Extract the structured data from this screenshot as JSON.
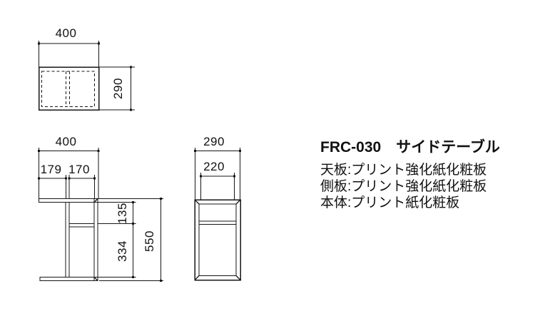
{
  "title": "FRC-030　サイドテーブル",
  "materials": [
    "天板:プリント強化紙化粧板",
    "側板:プリント強化紙化粧板",
    "本体:プリント紙化粧板"
  ],
  "dimensions": {
    "top_view": {
      "width": "400",
      "depth": "290"
    },
    "front_view": {
      "width": "400",
      "left_offset": "179",
      "inner_width": "170",
      "upper_gap": "135",
      "lower_gap": "334",
      "height": "550"
    },
    "side_view": {
      "depth": "290",
      "inner_depth": "220"
    }
  }
}
